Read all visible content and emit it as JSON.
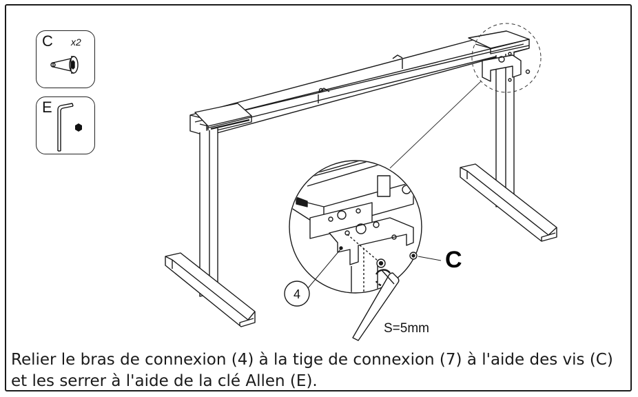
{
  "parts": [
    {
      "letter": "C",
      "quantity": "x2",
      "icon": "screw-icon"
    },
    {
      "letter": "E",
      "quantity": "",
      "icon": "allen-key-icon"
    }
  ],
  "callouts": {
    "part_number": "4",
    "screw_label": "C",
    "wrench_size": "S=5mm"
  },
  "instruction": {
    "line1": "Relier le bras de connexion (4) à la tige de connexion (7) à l'aide des vis (C)",
    "line2": "et les serrer à l'aide de la clé Allen (E)."
  }
}
